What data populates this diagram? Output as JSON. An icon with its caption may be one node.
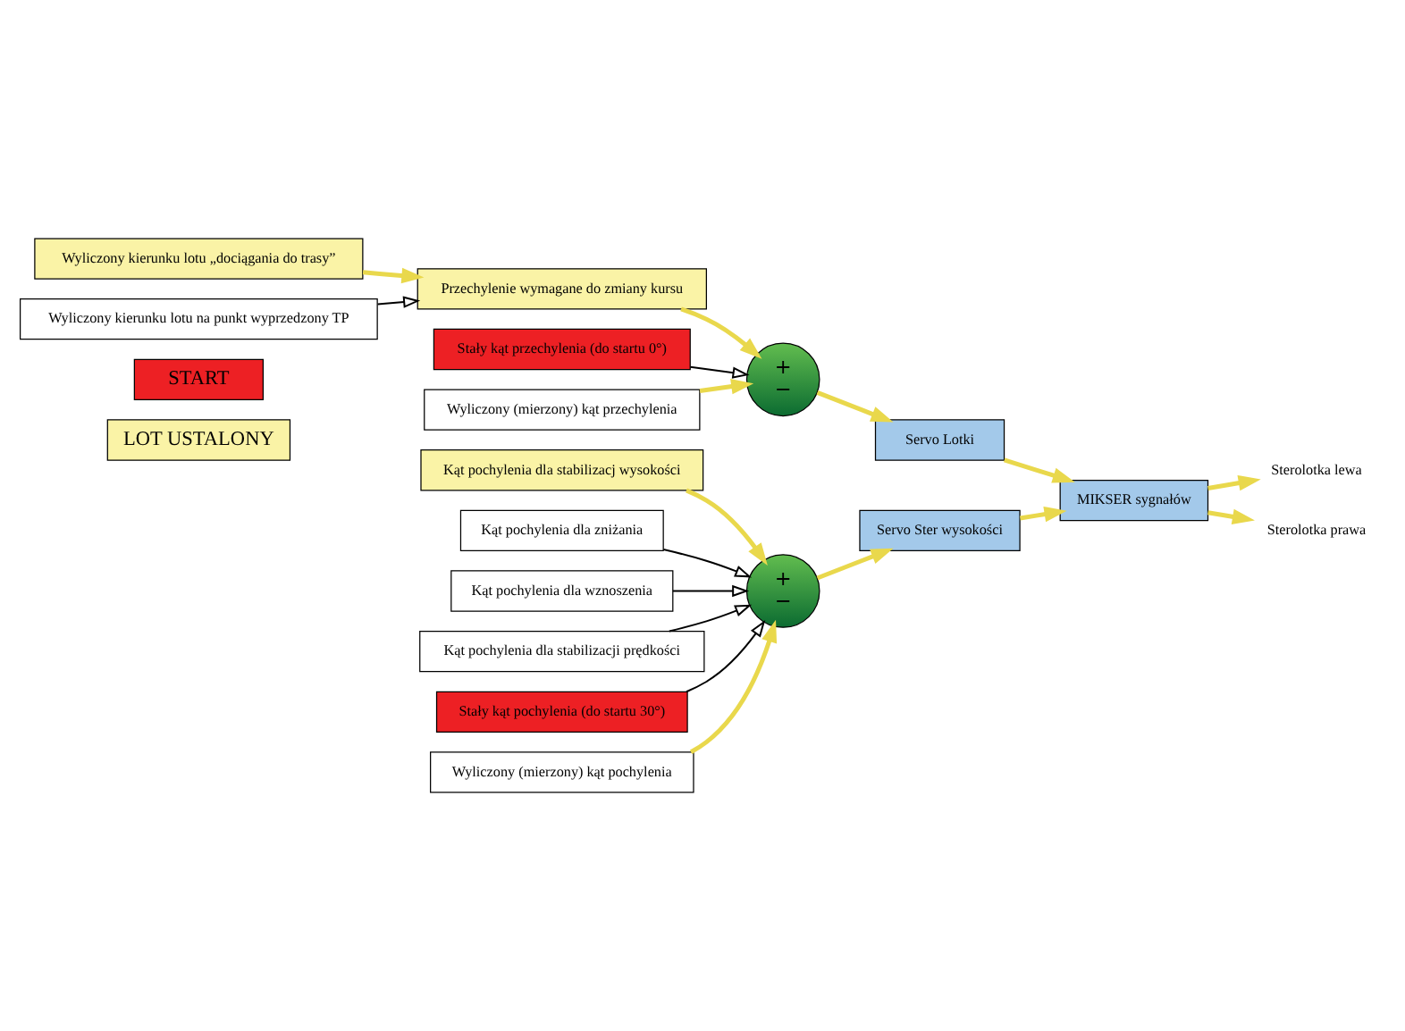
{
  "diagram": {
    "nodes": [
      {
        "text": [
          "START"
        ]
      },
      {
        "text": [
          "LOT USTALONY"
        ]
      },
      {
        "text": [
          "Kąt pochylenia dla stabilizacj wysokości"
        ]
      },
      {
        "text": [
          "Kąt pochylenia dla zniżania"
        ]
      },
      {
        "text": [
          "Kąt pochylenia dla wznoszenia"
        ]
      },
      {
        "text": [
          "Kąt pochylenia dla stabilizacji prędkości"
        ]
      },
      {
        "text": [
          "Stały kąt pochylenia (do startu 30°)"
        ]
      },
      {
        "text": [
          "Wyliczony (mierzony) kąt pochylenia"
        ]
      },
      {
        "text": [
          "+",
          "−"
        ]
      },
      {
        "text": [
          "Servo Ster wysokości"
        ]
      },
      {
        "text": [
          "MIKSER sygnałów"
        ]
      },
      {
        "text": [
          "Sterolotka lewa"
        ]
      },
      {
        "text": [
          "Sterolotka prawa"
        ]
      },
      {
        "text": [
          "Wyliczony kierunku lotu „dociągania do trasy”"
        ]
      },
      {
        "text": [
          "Wyliczony kierunku lotu na punkt wyprzedzony TP"
        ]
      },
      {
        "text": [
          "Przechylenie wymagane do zmiany kursu"
        ]
      },
      {
        "text": [
          "Stały kąt przechylenia (do startu 0°)"
        ]
      },
      {
        "text": [
          "Wyliczony (mierzony) kąt przechylenia"
        ]
      },
      {
        "text": [
          "+",
          "−"
        ]
      },
      {
        "text": [
          "Servo Lotki"
        ]
      }
    ],
    "edges": [
      {
        "from": 2,
        "to": 8,
        "arrow": "to"
      },
      {
        "from": 3,
        "to": 8,
        "arrow": "to",
        "color": "#000000"
      },
      {
        "from": 4,
        "to": 8,
        "arrow": "to",
        "color": "#000000"
      },
      {
        "from": 5,
        "to": 8,
        "arrow": "to",
        "color": "#000000"
      },
      {
        "from": 6,
        "to": 8,
        "arrow": "to",
        "color": "#000000"
      },
      {
        "from": 7,
        "to": 8,
        "arrow": "to"
      },
      {
        "from": 8,
        "to": 9,
        "arrow": "to"
      },
      {
        "from": 9,
        "to": 10,
        "arrow": "to"
      },
      {
        "from": 10,
        "to": 11,
        "arrow": "to"
      },
      {
        "from": 10,
        "to": 12,
        "arrow": "to"
      },
      {
        "from": 13,
        "to": 15,
        "arrow": "to"
      },
      {
        "from": 14,
        "to": 15,
        "arrow": "to",
        "color": "#000000"
      },
      {
        "from": 15,
        "to": 18,
        "arrow": "to"
      },
      {
        "from": 16,
        "to": 18,
        "arrow": "to",
        "color": "#000000"
      },
      {
        "from": 17,
        "to": 18,
        "arrow": "to"
      },
      {
        "from": 18,
        "to": 19,
        "arrow": "to"
      },
      {
        "from": 19,
        "to": 10,
        "arrow": "to"
      }
    ]
  }
}
